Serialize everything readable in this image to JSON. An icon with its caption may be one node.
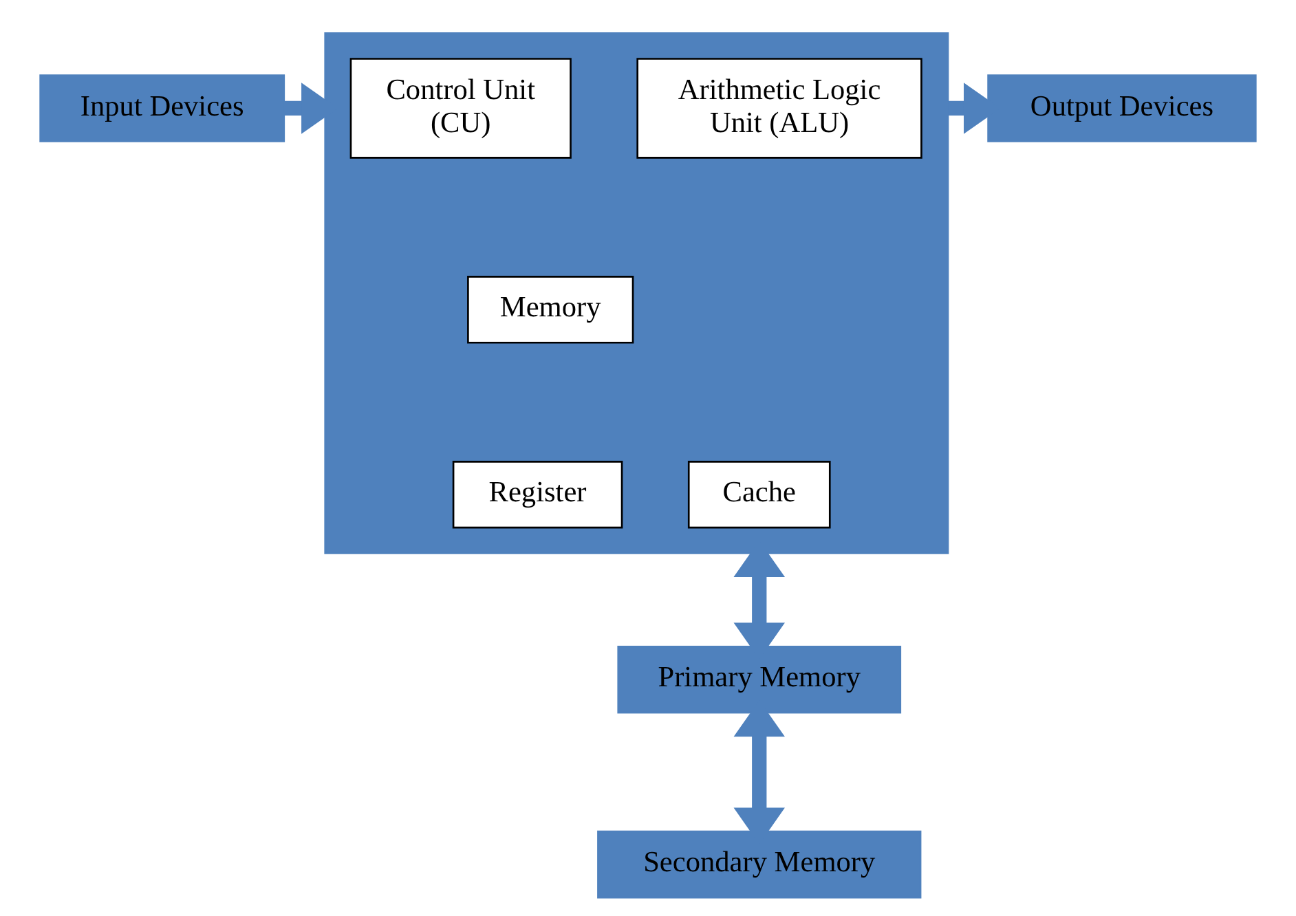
{
  "diagram": {
    "nodes": [
      {
        "text": [
          "Input Devices"
        ]
      },
      {
        "text": [],
        "shape": "box"
      },
      {
        "text": [
          "Control Unit (CU)"
        ],
        "in": 1
      },
      {
        "text": [
          "Arithmetic Logic Unit (ALU)"
        ],
        "in": 1
      },
      {
        "text": [
          "Memory"
        ],
        "in": 1
      },
      {
        "text": [
          "Register"
        ],
        "in": 1
      },
      {
        "text": [
          "Cache"
        ],
        "in": 1
      },
      {
        "text": [
          "Output Devices"
        ]
      },
      {
        "text": [
          "Primary Memory"
        ]
      },
      {
        "text": [
          "Secondary Memory"
        ]
      }
    ],
    "edges": [
      {
        "from": 0,
        "to": 1,
        "arrow": "to"
      },
      {
        "from": 1,
        "to": 7,
        "arrow": "to"
      },
      {
        "from": 1,
        "to": 8,
        "arrow": "both"
      },
      {
        "from": 8,
        "to": 9,
        "arrow": "both"
      }
    ]
  }
}
